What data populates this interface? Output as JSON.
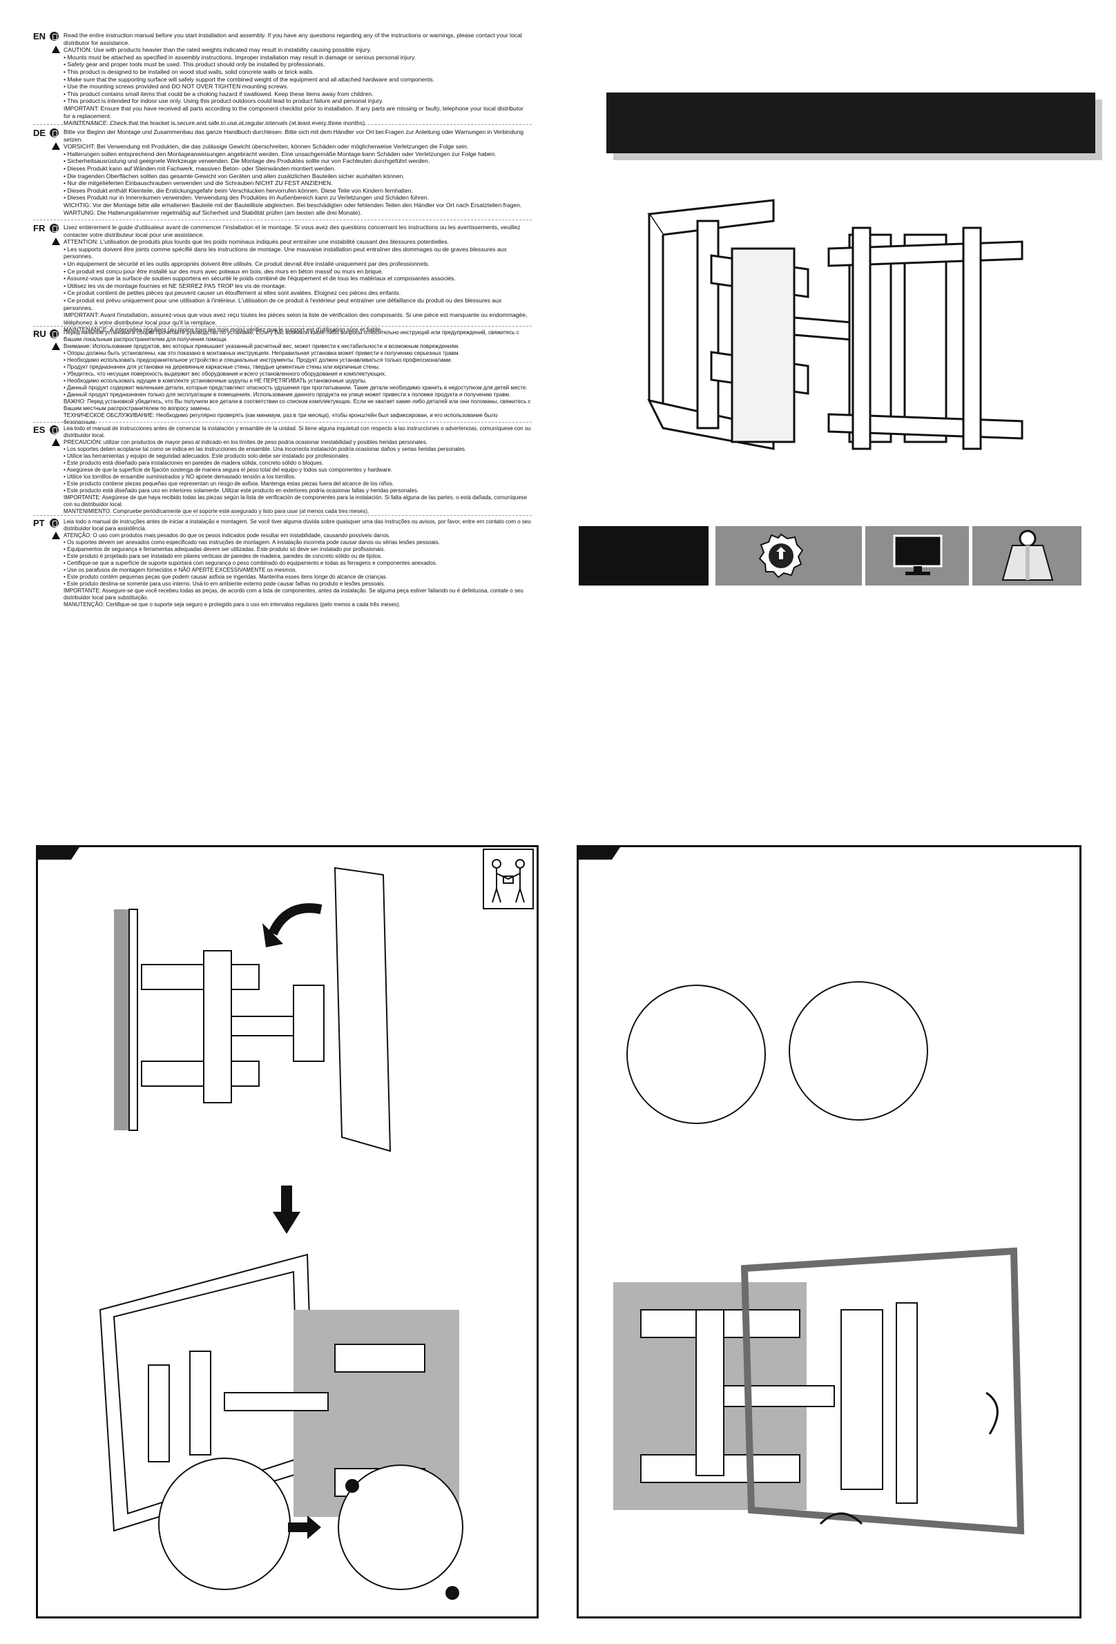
{
  "languages": [
    {
      "code": "EN",
      "paragraphs": [
        "Read the entire instruction manual before you start installation and assembly. If you have any questions regarding any of the instructions or warnings, please contact your local distributor for assistance.",
        "CAUTION: Use with products heavier than the rated weights indicated may result in instability causing possible injury.",
        "• Mounts must be attached as specified in assembly instructions. Improper installation may result in damage or serious personal injury.",
        "• Safety gear and proper tools must be used. This product should only be installed by professionals.",
        "• This product is designed to be installed on wood stud walls, solid concrete walls or brick walls.",
        "• Make sure that the supporting surface will safely support the combined weight of the equipment and all attached hardware and components.",
        "• Use the mounting screws provided and DO NOT OVER TIGHTEN mounting screws.",
        "• This product contains small items that could be a choking hazard if swallowed. Keep these items away from children.",
        "• This product is intended for indoor use only. Using this product outdoors could lead to product failure and personal injury.",
        "IMPORTANT: Ensure that you have received all parts according to the component checklist prior to installation. If any parts are missing or faulty, telephone your local distributor for a replacement.",
        "MAINTENANCE: Check that the bracket is secure and safe to use at regular intervals (at least every three months)."
      ]
    },
    {
      "code": "DE",
      "paragraphs": [
        "Bitte vor Beginn der Montage und Zusammenbau das ganze Handbuch durchlesen. Bitte sich mit dem Händler vor Ort bei Fragen zur Anleitung oder Warnungen in Verbindung setzen.",
        "VORSICHT: Bei Verwendung mit Produkten, die das zulässige Gewicht überschreiten, können Schäden oder möglicherweise Verletzungen die Folge sein.",
        "• Halterungen sollen entsprechend den Montageanweisungen angebracht werden. Eine unsachgemäße Montage kann Schäden oder Verletzungen zur Folge haben.",
        "• Sicherheitsausrüstung und geeignete Werkzeuge verwenden. Die Montage des Produktes sollte nur von Fachleuten durchgeführt werden.",
        "• Dieses Produkt kann auf Wänden mit Fachwerk, massiven Beton- oder Steinwänden montiert werden.",
        "• Die tragenden Oberflächen sollten das gesamte Gewicht von Geräten und allen zusätzlichen Bauteilen sicher aushalten können.",
        "• Nur die mitgelieferten Einbauschrauben verwenden und die Schrauben NICHT ZU FEST ANZIEHEN.",
        "• Dieses Produkt enthält Kleinteile, die Erstickungsgefahr beim Verschlucken hervorrufen können. Diese Teile von Kindern fernhalten.",
        "• Dieses Produkt nur in Innenräumen verwenden. Verwendung des Produktes im Außenbereich kann zu Verletzungen und Schäden führen.",
        "WICHTIG: Vor der Montage bitte alle erhaltenen Bauteile mit der Bauteilliste abgleichen. Bei beschädigten oder fehlenden Teilen den Händler vor Ort nach Ersatzteilen fragen.",
        "WARTUNG: Die Halterungsklammer regelmäßig auf Sicherheit und Stabilität prüfen (am besten alle drei Monate)."
      ]
    },
    {
      "code": "FR",
      "paragraphs": [
        "Lisez entièrement le guide d'utilisateur avant de commencer l'installation et le montage. Si vous avez des questions concernant les instructions ou les avertissements, veuillez contacter votre distributeur local pour une assistance.",
        "ATTENTION: L'utilisation de produits plus lourds que les poids nominaux indiqués peut entraîner une instabilité causant des blessures potentielles.",
        "• Les supports doivent être joints comme spécifié dans les instructions de montage. Une mauvaise installation peut entraîner des dommages ou de graves blessures aux personnes.",
        "• Un équipement de sécurité et les outils appropriés doivent être utilisés. Ce produit devrait être installé uniquement par des professionnels.",
        "• Ce produit est conçu pour être installé sur des murs avec poteaux en bois, des murs en béton massif ou murs en brique.",
        "• Assurez-vous que la surface de soutien supportera en sécurité le poids combiné de l'équipement et de tous les matériaux et composantes associés.",
        "• Utilisez les vis de montage fournies et NE SERREZ PAS TROP les vis de montage.",
        "• Ce produit contient de petites pièces qui peuvent causer un étouffement si elles sont avalées. Eloignez ces pièces des enfants.",
        "• Ce produit est prévu uniquement pour une utilisation à l'intérieur. L'utilisation de ce produit à l'extérieur peut entraîner une défaillance du produit ou des blessures aux personnes.",
        "IMPORTANT: Avant l'installation, assurez-vous que vous avez reçu toutes les pièces selon la liste de vérification des composants. Si une pièce est manquante ou endommagée, téléphonez à votre distributeur local pour qu'il la remplace.",
        "MAINTENANCE: A intervalles réguliers (au moins tous les trois mois) vérifiez que le support est d'utilisation sûre et fiable."
      ]
    },
    {
      "code": "RU",
      "paragraphs": [
        "Перед началом установки и сборки прочитайте руководство по установке. Если у Вас возникли какие-либо вопросы относительно инструкций или предупреждений, свяжитесь с Вашим локальным распространителем для получения помощи.",
        "Внимание: Использование продуктов, вес которых превышает указанный расчетный вес, может привести к нестабильности и возможным повреждениям.",
        "• Опоры должны быть установлены, как это показано в монтажных инструкциях. Неправильная установка может привести к получению серьезных травм.",
        "• Необходимо использовать предохранительное устройство и специальные инструменты. Продукт должен устанавливаться только профессионалами.",
        "• Продукт предназначен для установки на деревянные каркасные стены, твердые цементные стены или кирпичные стены.",
        "• Убедитесь, что несущая поверхность выдержит вес оборудования и всего установленного оборудования и комплектующих.",
        "• Необходимо использовать идущие в комплекте установочные шурупы и НЕ ПЕРЕТЯГИВАТЬ установочные шурупы.",
        "• Данный продукт содержит маленькие детали, которые представляют опасность удушения при проглатывании. Такие детали необходимо хранить в недоступном для детей месте.",
        "• Данный продукт предназначен только для эксплуатации в помещениях. Использование данного продукта на улице может привести к поломке продукта и получению травм.",
        "ВАЖНО: Перед установкой убедитесь, что Вы получили все детали в соответствии со списком комплектующих. Если не хватает какие-либо деталей или они поломаны, свяжитесь с Вашим местным распространителем по вопросу замены.",
        "ТЕХНИЧЕСКОЕ ОБСЛУЖИВАНИЕ: Необходимо регулярно проверять (как минимум, раз в три месяца), чтобы кронштейн был зафиксирован, и его использование было безопасным."
      ]
    },
    {
      "code": "ES",
      "paragraphs": [
        "Lea todo el manual de instrucciones antes de comenzar la instalación y ensamble de la unidad. Si tiene alguna inquietud con respecto a las instrucciones o advertencias, comuníquese con su distribuidor local.",
        "PRECAUCIÓN: utilizar con productos de mayor peso al indicado en los límites de peso podría ocasionar inestabilidad y posibles heridas personales.",
        "• Los soportes deben acoplarse tal como se indica en las instrucciones de ensamble. Una incorrecta instalación podría ocasionar daños y serias heridas personales.",
        "• Utilice las herramientas y equipo de seguridad adecuados. Este producto solo debe ser instalado por profesionales.",
        "• Este producto está diseñado para instalaciones en paredes de madera sólida, concreto sólido o bloques.",
        "• Asegúrese de que la superficie de fijación sostenga de manera segura el peso total del equipo y todos sus componentes y hardware.",
        "• Utilice los tornillos de ensamble suministrados y NO apriete demasiado tensión a los tornillos.",
        "• Este producto contiene piezas pequeñas que representan un riesgo de asfixia. Mantenga estas piezas fuera del alcance de los niños.",
        "• Este producto está diseñado para uso en interiores solamente. Utilizar este producto en exteriores podría ocasionar fallas y heridas personales.",
        "IMPORTANTE: Asegúrese de que haya recibido todas las piezas según la lista de verificación de componentes para la instalación. Si falta alguna de las partes, o está dañada, comuníquese con su distribuidor local.",
        "MANTENIMIENTO: Compruebe periódicamente que el soporte esté asegurado y listo para usar (al menos cada tres meses)."
      ]
    },
    {
      "code": "PT",
      "paragraphs": [
        "Leia todo o manual de instruções antes de iniciar a instalação e montagem. Se você tiver alguma dúvida sobre quaisquer uma das instruções ou avisos, por favor, entre em contato com o seu distribuidor local para assistência.",
        "ATENÇÃO: O uso com produtos mais pesados do que os pesos indicados pode resultar em instabilidade, causando possíveis danos.",
        "• Os suportes devem ser anexados como especificado nas instruções de montagem. A instalação incorreta pode causar danos ou sérias lesões pessoais.",
        "• Equipamentos de segurança e ferramentas adequadas devem ser utilizadas. Este produto só deve ser instalado por profissionais.",
        "• Este produto é projetado para ser instalado em pilares verticais de paredes de madeira, paredes de concreto sólido ou de tijolos.",
        "• Certifique-se que a superfície de suporte suportará com segurança o peso combinado do equipamento e todas as ferragens e componentes anexados.",
        "• Use os parafusos de montagem fornecidos e NÃO APERTE EXCESSIVAMENTE os mesmos.",
        "• Este produto contém pequenas peças que podem causar asfixia se ingeridas. Mantenha esses itens longe do alcance de crianças.",
        "• Este produto destina-se somente para uso interno. Usá-lo em ambiente externo pode causar falhas no produto e lesões pessoais.",
        "IMPORTANTE: Assegure-se que você recebeu todas as peças, de acordo com a lista de componentes, antes da instalação. Se alguma peça estiver faltando ou é defeituosa, contate o seu distribuidor local para substituição.",
        "MANUTENÇÃO: Certifique-se que o suporte seja seguro e protegido para o uso em intervalos regulares (pelo menos a cada três meses)."
      ]
    }
  ],
  "icons": {
    "lang_icon": "hand-stop-icon",
    "warning_icon": "warning-triangle-icon",
    "vesa_icon": "vesa-stamp-icon",
    "tv_icon": "tv-screen-icon",
    "weight_icon": "weight-icon",
    "two_people_icon": "two-person-lift-icon"
  },
  "colors": {
    "dark": "#111111",
    "wall_grey": "#b3b3b3",
    "panel_grey": "#8e8e8e"
  }
}
